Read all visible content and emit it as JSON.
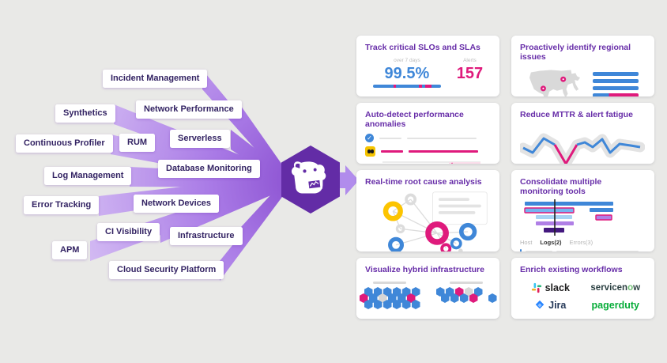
{
  "funnel": {
    "labels": [
      "Incident Management",
      "Network Performance",
      "Synthetics",
      "Continuous Profiler",
      "RUM",
      "Serverless",
      "Log Management",
      "Database Monitoring",
      "Error Tracking",
      "Network Devices",
      "CI Visibility",
      "Infrastructure",
      "APM",
      "Cloud Security Platform"
    ],
    "logo": "datadog-dog-hexagon"
  },
  "cards": [
    {
      "title": "Track critical SLOs and SLAs",
      "metric_left_label": "over 7 days",
      "metric_left_value": "99.5%",
      "metric_right_label": "Alerts",
      "metric_right_value": "157"
    },
    {
      "title": "Proactively identify regional issues"
    },
    {
      "title": "Auto-detect performance anomalies"
    },
    {
      "title": "Reduce MTTR & alert fatigue"
    },
    {
      "title": "Real-time root cause analysis"
    },
    {
      "title": "Consolidate multiple monitoring tools",
      "tab_host": "Host",
      "tab_logs": "Logs(2)",
      "tab_errors": "Errors(3)"
    },
    {
      "title": "Visualize hybrid infrastructure"
    },
    {
      "title": "Enrich existing workflows",
      "slack": "slack",
      "servicenow_pre": "servicen",
      "servicenow_o": "o",
      "servicenow_post": "w",
      "jira": "Jira",
      "pagerduty": "pagerduty"
    }
  ],
  "colors": {
    "background": "#e9e9e7",
    "brand_purple": "#632ca6",
    "ribbon_light": "#dcc9f6",
    "ribbon_dark": "#8a4fd0",
    "title_purple": "#672da8",
    "label_text": "#332363",
    "blue": "#3f87d8",
    "pink": "#df1a7c",
    "yellow": "#f5c400",
    "slack_colors": [
      "#36C5F0",
      "#2EB67D",
      "#ECB22E",
      "#E01E5A"
    ],
    "pagerduty_green": "#06ac38",
    "jira_blue": "#2684FF"
  }
}
